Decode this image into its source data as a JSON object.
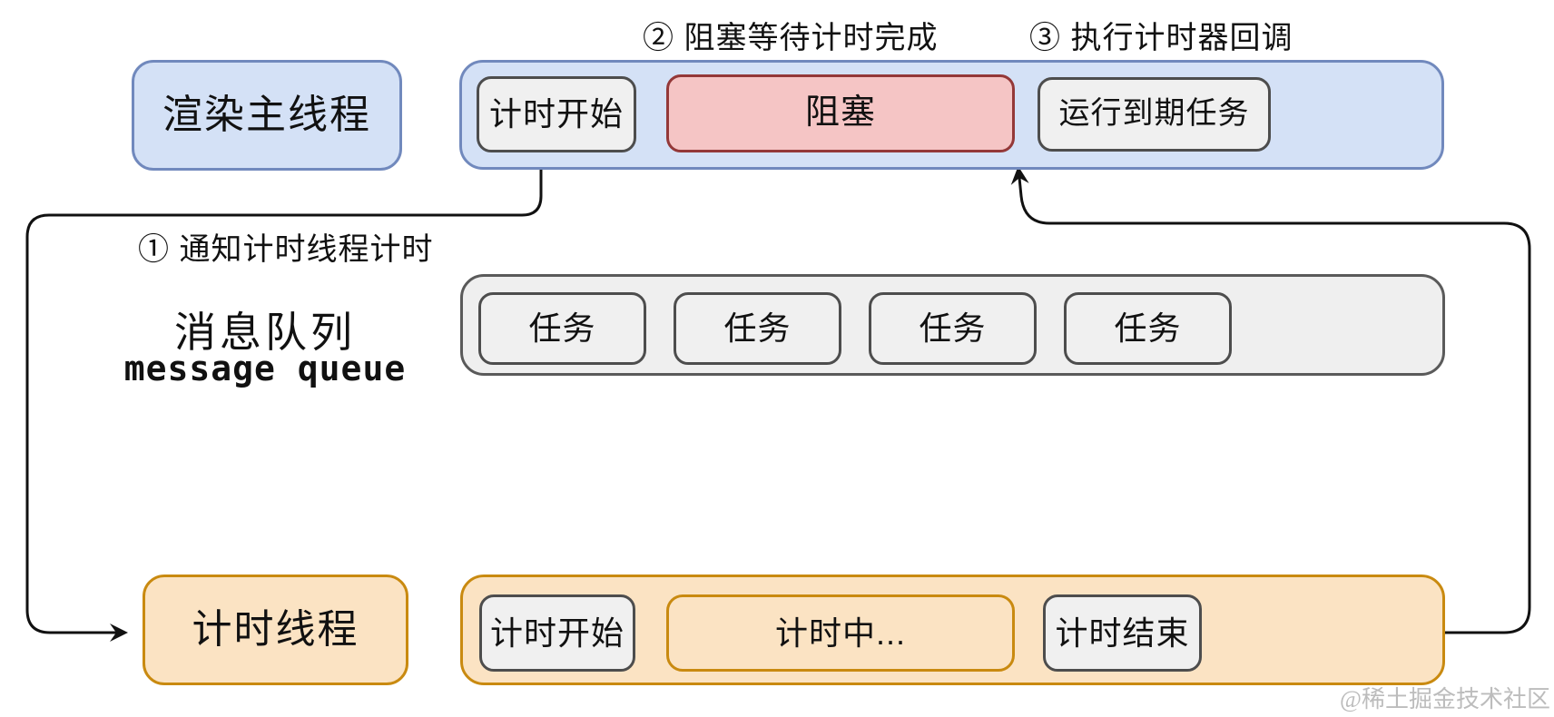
{
  "annotations": {
    "step1": "① 通知计时线程计时",
    "step2": "② 阻塞等待计时完成",
    "step3": "③ 执行计时器回调"
  },
  "main_thread": {
    "title": "渲染主线程",
    "segments": [
      {
        "label": "计时开始",
        "style": "neutral"
      },
      {
        "label": "阻塞",
        "style": "blocked"
      },
      {
        "label": "运行到期任务",
        "style": "neutral"
      }
    ]
  },
  "message_queue": {
    "title_zh": "消息队列",
    "title_en": "message queue",
    "tasks": [
      "任务",
      "任务",
      "任务",
      "任务"
    ]
  },
  "timer_thread": {
    "title": "计时线程",
    "segments": [
      {
        "label": "计时开始",
        "style": "neutral"
      },
      {
        "label": "计时中...",
        "style": "accent"
      },
      {
        "label": "计时结束",
        "style": "neutral"
      }
    ]
  },
  "watermark": "@稀土掘金技术社区",
  "colors": {
    "blue_fill": "#d4e1f6",
    "blue_stroke": "#7189bd",
    "orange_fill": "#fbe3c3",
    "orange_stroke": "#c98a10",
    "red_fill": "#f5c5c5",
    "red_stroke": "#943838",
    "gray_fill": "#f0f0f0",
    "gray_stroke": "#4d4d4d",
    "queue_fill": "#efefef",
    "queue_stroke": "#5a5a5a",
    "line": "#111111"
  }
}
